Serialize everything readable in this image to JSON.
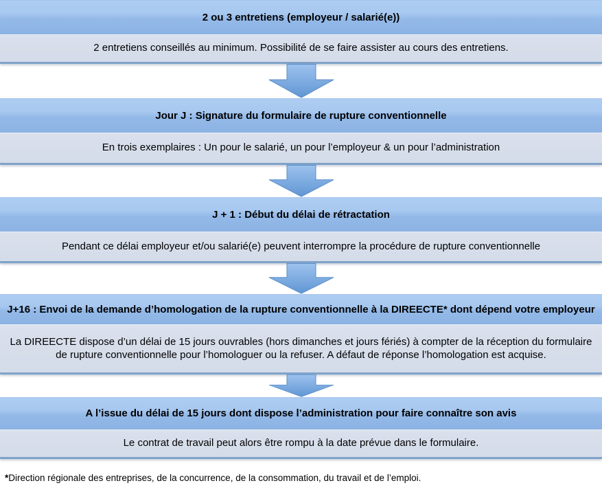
{
  "flow": {
    "steps": [
      {
        "header": "2 ou 3 entretiens (employeur / salarié(e))",
        "body": "2 entretiens conseillés au minimum. Possibilité de se faire assister au cours des entretiens."
      },
      {
        "header": "Jour J : Signature du formulaire de rupture conventionnelle",
        "body": "En trois exemplaires : Un pour le salarié, un pour l’employeur & un pour l’administration"
      },
      {
        "header": "J + 1 : Début du délai de rétractation",
        "body": "Pendant ce délai employeur et/ou salarié(e) peuvent interrompre la procédure de rupture conventionnelle"
      },
      {
        "header": "J+16 : Envoi de la demande d’homologation de la rupture conventionnelle à la DIREECTE* dont dépend votre employeur",
        "body": "La DIREECTE dispose d’un délai de 15 jours ouvrables (hors dimanches et jours fériés) à compter de la réception du formulaire de rupture conventionnelle pour l’homologuer ou  la refuser. A défaut de réponse l’homologation est acquise."
      },
      {
        "header": "A l’issue du délai de 15 jours dont dispose l’administration pour faire connaître son avis",
        "body": "Le contrat de travail peut alors être rompu à la date prévue dans le formulaire."
      }
    ],
    "connector_icon": "down-arrow"
  },
  "footnote": {
    "marker": "*",
    "text": "Direction régionale des entreprises, de la concurrence, de la consommation, du travail et de l’emploi."
  },
  "colors": {
    "header_band_top": "#aecdf2",
    "header_band_bottom": "#8db3e4",
    "body_band": "#d6dde9",
    "band_border": "#7fa3c9",
    "arrow_fill_top": "#9dc2ee",
    "arrow_fill_bottom": "#6096d4",
    "arrow_stroke": "#5b8cc8",
    "text": "#000000"
  }
}
